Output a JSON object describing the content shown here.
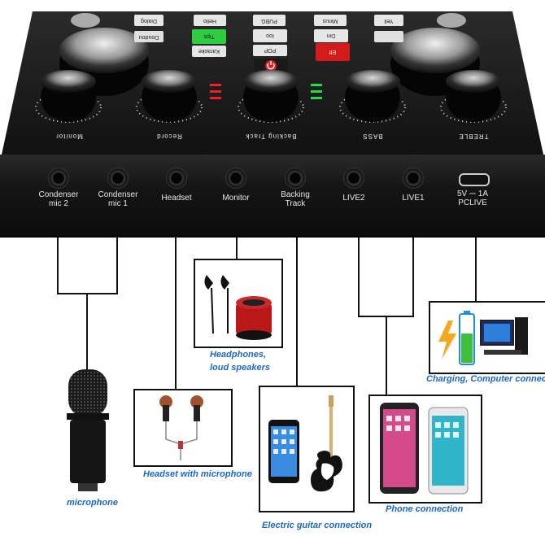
{
  "device": {
    "panel_buttons": [
      "Dialog",
      "Hello",
      "PUBG",
      "Yell",
      "Doudou",
      "Tips",
      "Ioo",
      "Minus",
      "Din",
      "Eff",
      "POP",
      "Karaoke"
    ],
    "knob_labels": [
      "Monitor",
      "Record",
      "Backing Track",
      "BASS",
      "TREBLE"
    ],
    "jacks": [
      {
        "line1": "Condenser",
        "line2": "mic 2"
      },
      {
        "line1": "Condenser",
        "line2": "mic 1"
      },
      {
        "line1": "Headset",
        "line2": ""
      },
      {
        "line1": "Monitor",
        "line2": ""
      },
      {
        "line1": "Backing",
        "line2": "Track"
      },
      {
        "line1": "LIVE2",
        "line2": ""
      },
      {
        "line1": "LIVE1",
        "line2": ""
      }
    ],
    "usb": {
      "line1": "5V ⎓ 1A",
      "line2": "PCLIVE"
    }
  },
  "captions": {
    "microphone": "microphone",
    "headset": "Headset with microphone",
    "headphones_1": "Headphones,",
    "headphones_2": "loud speakers",
    "guitar": "Electric guitar connection",
    "phone": "Phone connection",
    "charging": "Charging, Computer connection"
  },
  "colors": {
    "caption": "#1b67c9",
    "device": "#151515",
    "green_led": "#22dd44",
    "red_led": "#ee2222"
  }
}
